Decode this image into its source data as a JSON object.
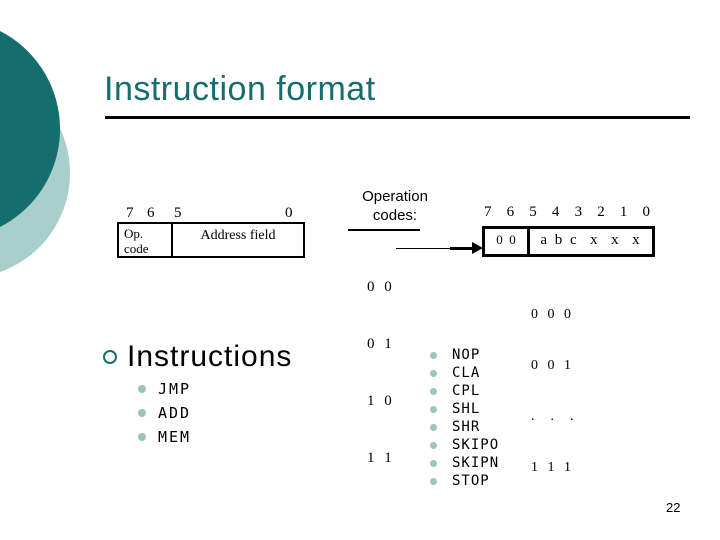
{
  "slide": {
    "title": "Instruction format",
    "page_number": "22"
  },
  "colors": {
    "teal_dark": "#156D6E",
    "teal_light": "#A9CFCC",
    "bullet_dot": "#9FC2C2",
    "text": "#000000"
  },
  "format_box": {
    "bit7": "7",
    "bit6": "6",
    "bit5": "5",
    "bit0": "0",
    "op_line1": "Op.",
    "op_line2": "code",
    "address_label": "Address field"
  },
  "operation_codes": {
    "heading_line1": "Operation",
    "heading_line2": "codes:",
    "items": [
      "0 0",
      "0 1",
      "1 0",
      "1 1"
    ]
  },
  "expanded_box": {
    "bits": [
      "7",
      "6",
      "5",
      "4",
      "3",
      "2",
      "1",
      "0"
    ],
    "opcode_cell": "0  0",
    "operand_cell": "a b c  x  x  x",
    "combinations": [
      "0 0 0",
      "0 0 1",
      ".  .  .",
      "1 1 1"
    ]
  },
  "instructions": {
    "heading": "Instructions",
    "items": [
      "JMP",
      "ADD",
      "MEM"
    ]
  },
  "micro_instructions": {
    "items": [
      "NOP",
      "CLA",
      "CPL",
      "SHL",
      "SHR",
      "SKIPO",
      "SKIPN",
      "STOP"
    ]
  }
}
